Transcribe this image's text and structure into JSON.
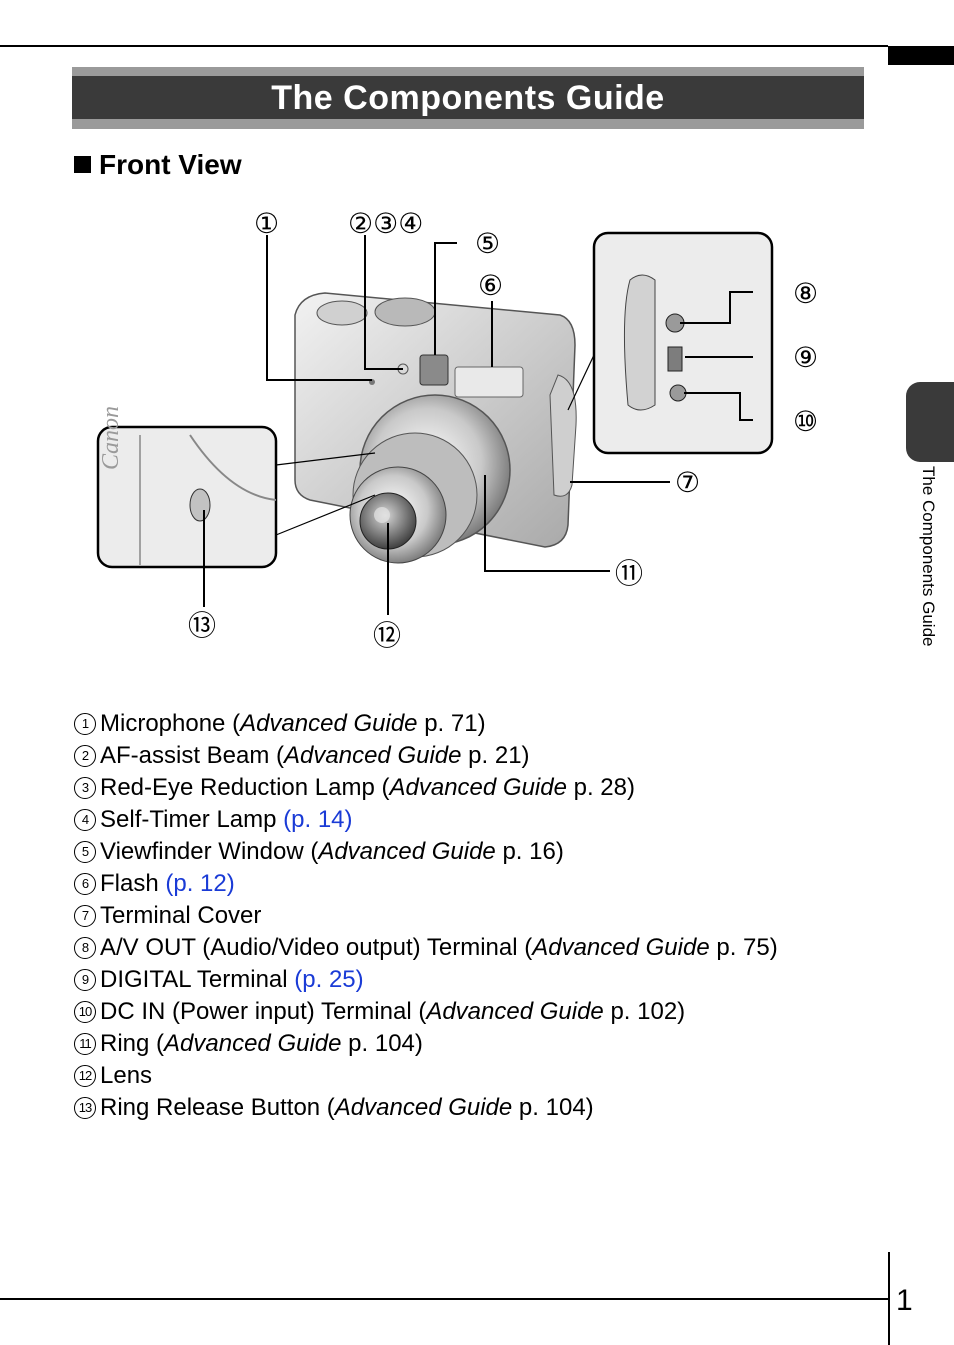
{
  "header": {
    "title": "The Components Guide"
  },
  "section": {
    "title": "Front View"
  },
  "side_tab": {
    "label": "The Components Guide"
  },
  "figure": {
    "callouts": [
      "①",
      "②③④",
      "⑤",
      "⑥",
      "⑦",
      "⑧",
      "⑨",
      "⑩",
      "⑪",
      "⑫",
      "⑬"
    ],
    "camera_brand": "Canon"
  },
  "items": [
    {
      "num": "1",
      "text": "Microphone (",
      "italic": "Advanced Guide",
      "after": " p. 71)",
      "link": ""
    },
    {
      "num": "2",
      "text": "AF-assist Beam (",
      "italic": "Advanced Guide",
      "after": " p. 21)",
      "link": ""
    },
    {
      "num": "3",
      "text": "Red-Eye Reduction Lamp (",
      "italic": "Advanced Guide",
      "after": " p. 28)",
      "link": ""
    },
    {
      "num": "4",
      "text": "Self-Timer Lamp ",
      "italic": "",
      "after": "",
      "link": "(p. 14)"
    },
    {
      "num": "5",
      "text": "Viewfinder Window (",
      "italic": "Advanced Guide",
      "after": " p. 16)",
      "link": ""
    },
    {
      "num": "6",
      "text": "Flash ",
      "italic": "",
      "after": "",
      "link": "(p. 12)"
    },
    {
      "num": "7",
      "text": "Terminal Cover",
      "italic": "",
      "after": "",
      "link": ""
    },
    {
      "num": "8",
      "text": "A/V OUT (Audio/Video output) Terminal (",
      "italic": "Advanced Guide",
      "after": " p. 75)",
      "link": ""
    },
    {
      "num": "9",
      "text": "DIGITAL Terminal ",
      "italic": "",
      "after": "",
      "link": "(p. 25)"
    },
    {
      "num": "10",
      "text": "DC IN (Power input) Terminal (",
      "italic": "Advanced Guide",
      "after": " p. 102)",
      "link": ""
    },
    {
      "num": "11",
      "text": "Ring (",
      "italic": "Advanced Guide",
      "after": " p. 104)",
      "link": ""
    },
    {
      "num": "12",
      "text": "Lens",
      "italic": "",
      "after": "",
      "link": ""
    },
    {
      "num": "13",
      "text": "Ring Release Button (",
      "italic": "Advanced Guide",
      "after": " p. 104)",
      "link": ""
    }
  ],
  "footer": {
    "page_number": "1"
  }
}
